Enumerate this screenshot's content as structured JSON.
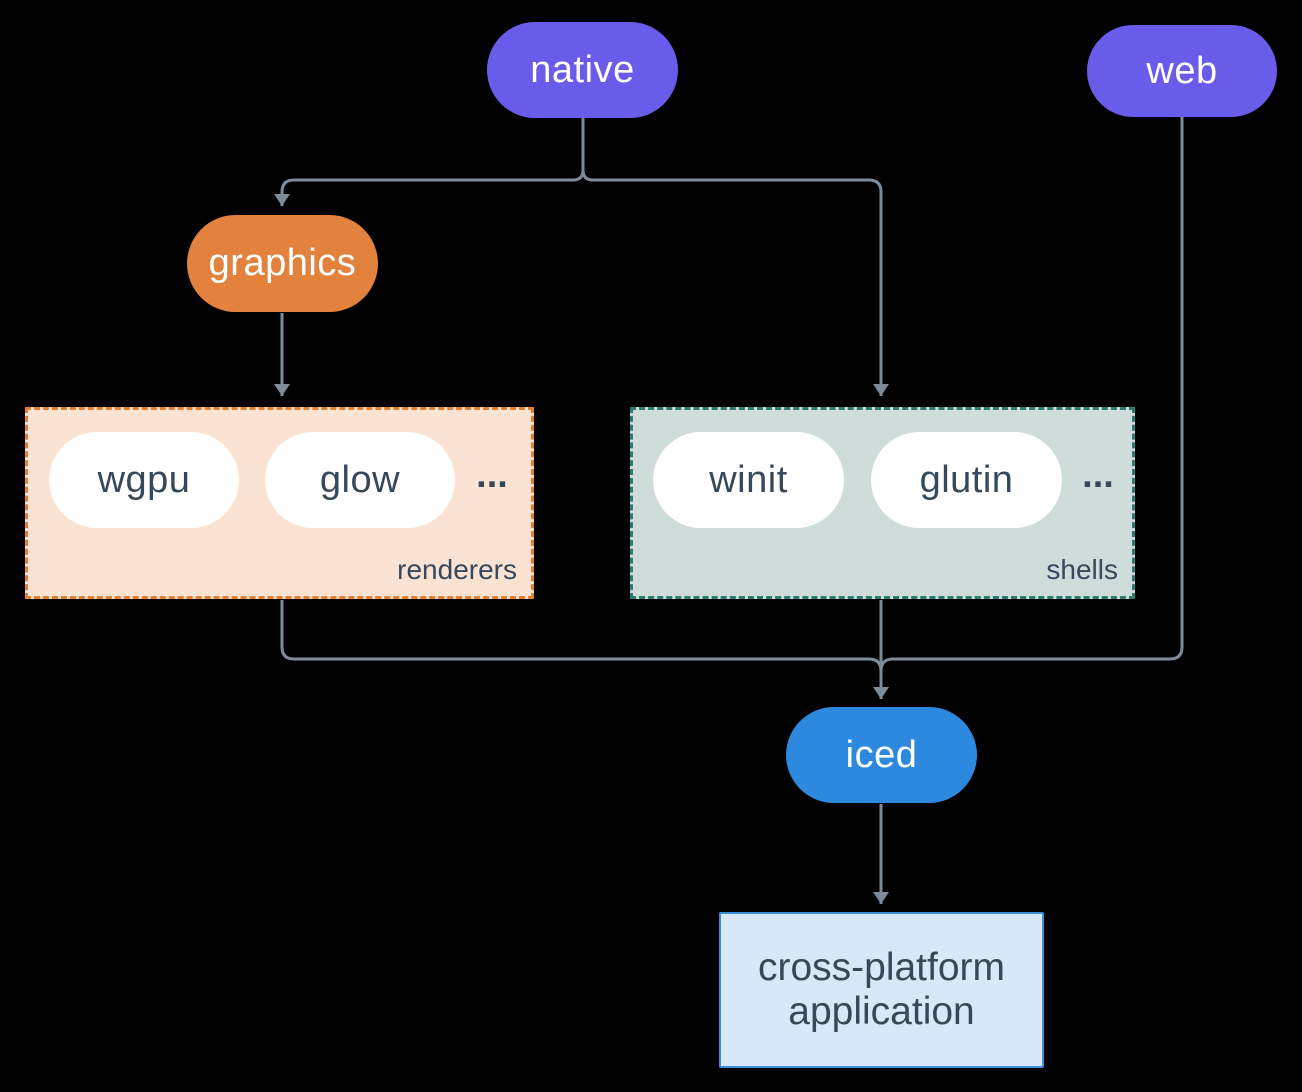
{
  "diagram": {
    "nodes": {
      "native": {
        "label": "native"
      },
      "web": {
        "label": "web"
      },
      "graphics": {
        "label": "graphics"
      },
      "wgpu": {
        "label": "wgpu"
      },
      "glow": {
        "label": "glow"
      },
      "winit": {
        "label": "winit"
      },
      "glutin": {
        "label": "glutin"
      },
      "iced": {
        "label": "iced"
      },
      "application": {
        "line1": "cross-platform",
        "line2": "application"
      }
    },
    "groups": {
      "renderers": {
        "label": "renderers",
        "more": "..."
      },
      "shells": {
        "label": "shells",
        "more": "..."
      }
    },
    "edges": [
      {
        "from": "native",
        "to": "graphics"
      },
      {
        "from": "native",
        "to": "shells"
      },
      {
        "from": "graphics",
        "to": "renderers"
      },
      {
        "from": "renderers",
        "to": "iced"
      },
      {
        "from": "shells",
        "to": "iced"
      },
      {
        "from": "web",
        "to": "iced"
      },
      {
        "from": "iced",
        "to": "cross-platform application"
      }
    ]
  },
  "colors": {
    "background": "#000000",
    "connector": "#7E8C9A",
    "native_web": "#6A5CEA",
    "graphics": "#E2823D",
    "iced": "#2D89DE",
    "node_pill": "#FFFFFF",
    "node_text": "#FFFFFF",
    "ink": "#36485C",
    "renderers_fill": "#FAE3D3",
    "renderers_border": "#E67F2E",
    "shells_fill": "#CEDDD9",
    "shells_border": "#2B7C6F",
    "app_fill": "#D8E8F8",
    "app_border": "#3B8EDD"
  }
}
